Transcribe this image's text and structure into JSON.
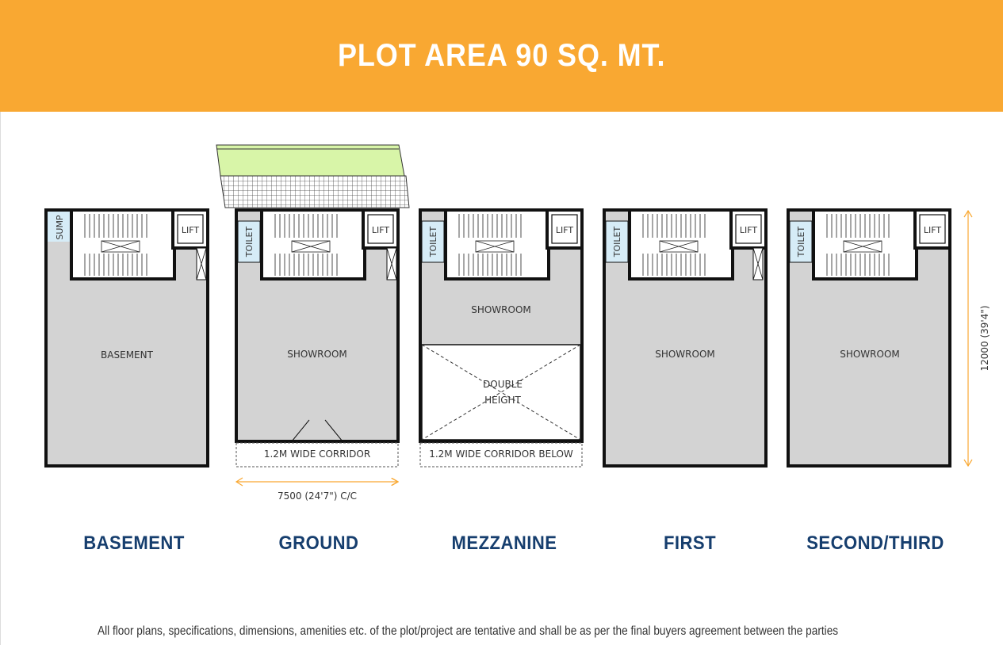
{
  "title": "PLOT AREA 90 SQ. MT.",
  "colors": {
    "header_bg": "#F9A832",
    "floor_fill": "#D3D3D3",
    "label_blue": "#163E6E",
    "dimension_orange": "#F9A832",
    "toilet_fill": "#D6ECF7",
    "canopy_green": "#D8F5A8"
  },
  "floors": [
    {
      "label": "BASEMENT",
      "room": "BASEMENT",
      "extras": [
        "SUMP",
        "LIFT"
      ]
    },
    {
      "label": "GROUND",
      "room": "SHOWROOM",
      "extras": [
        "TOILET",
        "LIFT"
      ],
      "corridor": "1.2M WIDE CORRIDOR",
      "dimension": "7500 (24'7\") C/C"
    },
    {
      "label": "MEZZANINE",
      "room": "SHOWROOM",
      "double_height": [
        "DOUBLE",
        "HEIGHT"
      ],
      "extras": [
        "TOILET",
        "LIFT"
      ],
      "corridor": "1.2M WIDE CORRIDOR BELOW"
    },
    {
      "label": "FIRST",
      "room": "SHOWROOM",
      "extras": [
        "TOILET",
        "LIFT"
      ]
    },
    {
      "label": "SECOND/THIRD",
      "room": "SHOWROOM",
      "extras": [
        "TOILET",
        "LIFT"
      ]
    }
  ],
  "side_dimension": "12000 (39'4\")",
  "disclaimer": "All floor plans, specifications, dimensions, amenities etc. of the plot/project are tentative and shall be as per the final buyers agreement between the parties"
}
